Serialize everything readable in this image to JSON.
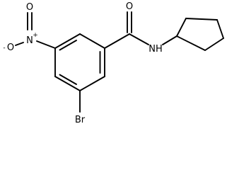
{
  "molecule": {
    "atoms": {
      "carbonyl_oxygen": "O",
      "amide_nitrogen": "NH",
      "nitro_nitrogen": "N",
      "nitro_nitrogen_charge": "+",
      "nitro_oxygen_top": "O",
      "nitro_oxygen_left": "O",
      "nitro_oxygen_left_charge": "-",
      "bromine": "Br"
    },
    "colors": {
      "bond": "#000000",
      "label": "#000000",
      "background": "#ffffff"
    }
  }
}
